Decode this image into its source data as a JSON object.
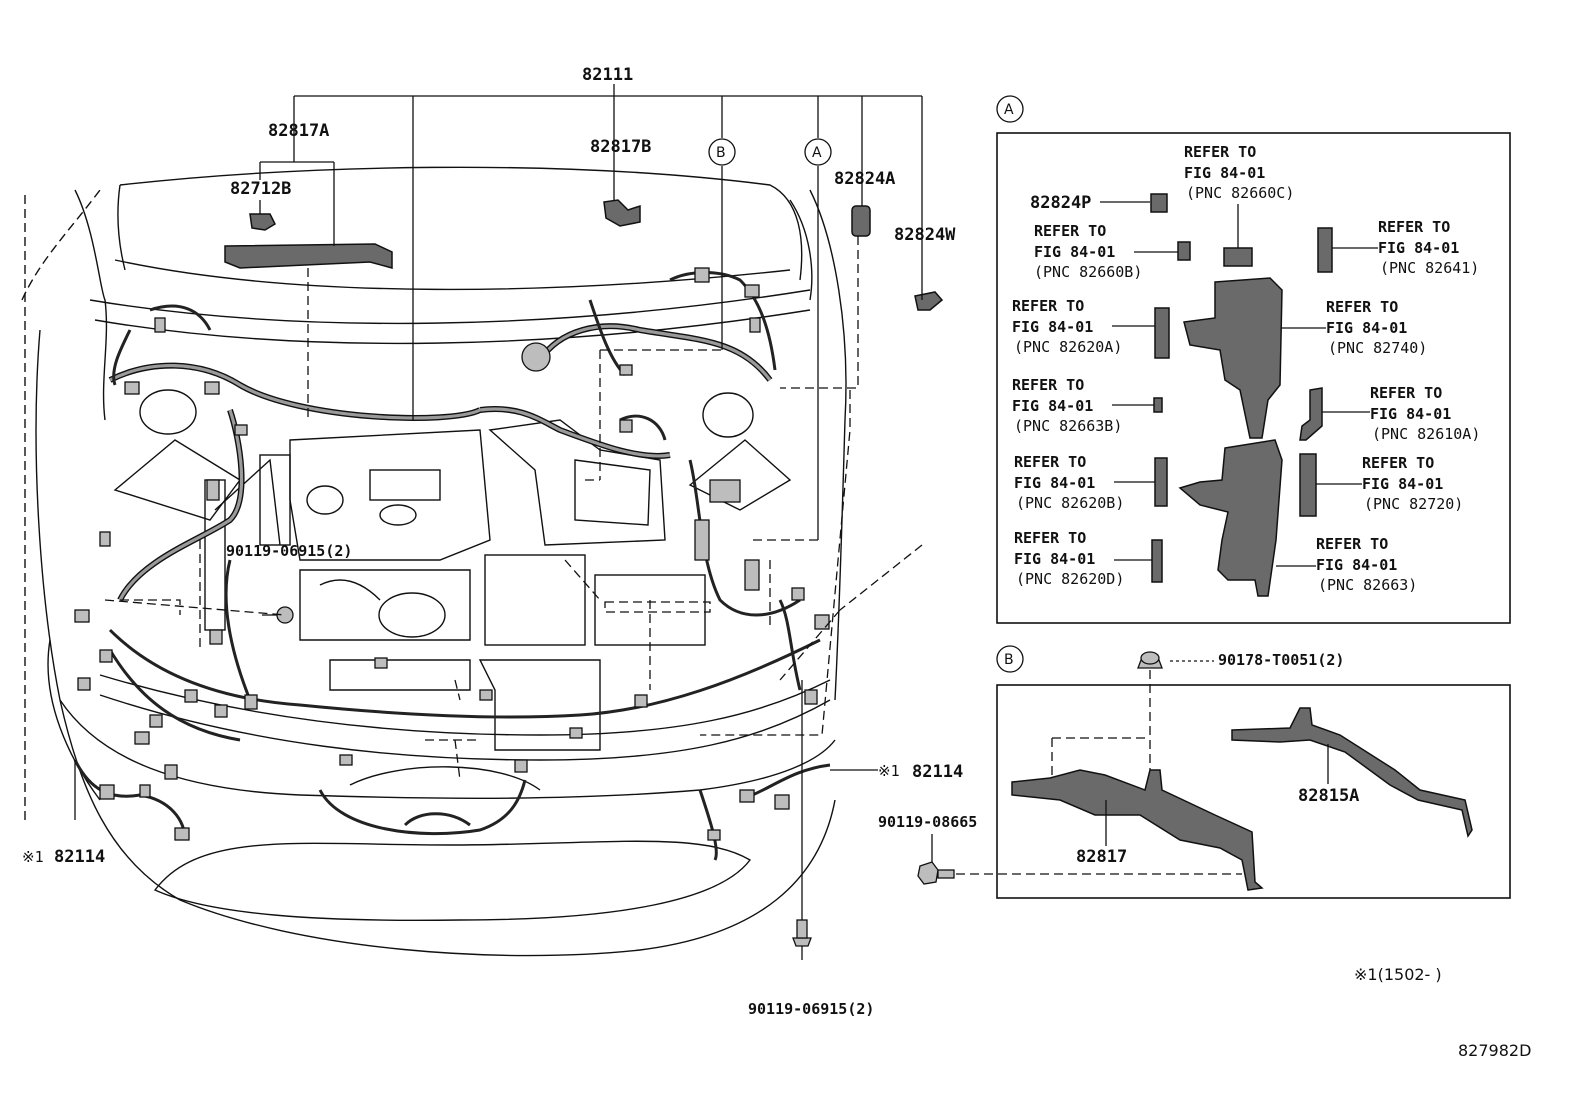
{
  "labels": {
    "main_harness": "82111",
    "p82817A": "82817A",
    "p82712B": "82712B",
    "p82817B": "82817B",
    "p82824A": "82824A",
    "p82824W": "82824W",
    "bolt_left": "90119-06915(2)",
    "bolt_bottom": "90119-06915(2)",
    "p82114_right": "82114",
    "p82114_left": "82114",
    "note_mark": "※1",
    "circle_a": "A",
    "circle_b": "B"
  },
  "panel_a": {
    "p82824P": "82824P",
    "callouts": [
      {
        "line1": "REFER TO",
        "line2": "FIG 84-01",
        "line3": "(PNC 82660C)"
      },
      {
        "line1": "REFER TO",
        "line2": "FIG 84-01",
        "line3": "(PNC 82660B)"
      },
      {
        "line1": "REFER TO",
        "line2": "FIG 84-01",
        "line3": "(PNC 82641)"
      },
      {
        "line1": "REFER TO",
        "line2": "FIG 84-01",
        "line3": "(PNC 82620A)"
      },
      {
        "line1": "REFER TO",
        "line2": "FIG 84-01",
        "line3": "(PNC 82740)"
      },
      {
        "line1": "REFER TO",
        "line2": "FIG 84-01",
        "line3": "(PNC 82663B)"
      },
      {
        "line1": "REFER TO",
        "line2": "FIG 84-01",
        "line3": "(PNC 82610A)"
      },
      {
        "line1": "REFER TO",
        "line2": "FIG 84-01",
        "line3": "(PNC 82620B)"
      },
      {
        "line1": "REFER TO",
        "line2": "FIG 84-01",
        "line3": "(PNC 82720)"
      },
      {
        "line1": "REFER TO",
        "line2": "FIG 84-01",
        "line3": "(PNC 82620D)"
      },
      {
        "line1": "REFER TO",
        "line2": "FIG 84-01",
        "line3": "(PNC 82663)"
      }
    ]
  },
  "panel_b": {
    "clip": "90178-T0051(2)",
    "bolt": "90119-08665",
    "p82817": "82817",
    "p82815A": "82815A"
  },
  "footnote": "※1(1502-     )",
  "figure_id": "827982D"
}
